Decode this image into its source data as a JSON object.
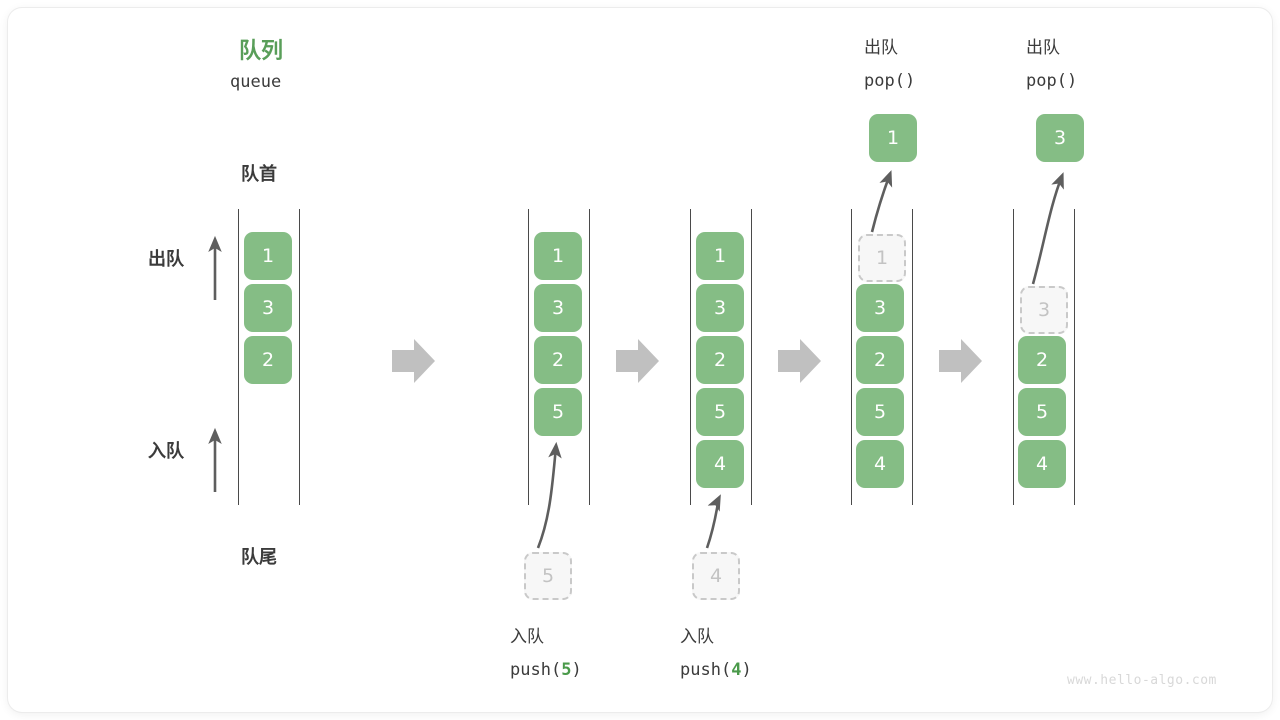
{
  "diagram": {
    "title_cn": "队列",
    "title_en": "queue",
    "front_label": "队首",
    "rear_label": "队尾",
    "dequeue_label": "出队",
    "enqueue_label": "入队",
    "watermark": "www.hello-algo.com",
    "colors": {
      "element_green": "#85bd85",
      "title_green": "#599e59",
      "code_accent_green": "#4a9a4a",
      "ghost_border": "#c9c9c9",
      "ghost_fill": "#f7f7f7",
      "rail": "#4a4a4a",
      "arrow_gray": "#5e5e5e",
      "step_arrow_gray": "#c0c0c0",
      "text": "#3b3b3b",
      "watermark_gray": "#d8d8d8"
    },
    "steps": [
      {
        "id": "initial",
        "items": [
          "1",
          "3",
          "2"
        ],
        "ghost_top": null,
        "ghost_bottom": null,
        "popped": null,
        "op_cn": null,
        "op_code": null
      },
      {
        "id": "push-5",
        "items": [
          "1",
          "3",
          "2",
          "5"
        ],
        "ghost_top": null,
        "ghost_bottom": "5",
        "popped": null,
        "op_cn": "入队",
        "op_code_prefix": "push(",
        "op_code_value": "5",
        "op_code_suffix": ")"
      },
      {
        "id": "push-4",
        "items": [
          "1",
          "3",
          "2",
          "5",
          "4"
        ],
        "ghost_top": null,
        "ghost_bottom": "4",
        "popped": null,
        "op_cn": "入队",
        "op_code_prefix": "push(",
        "op_code_value": "4",
        "op_code_suffix": ")"
      },
      {
        "id": "pop-1",
        "items": [
          "3",
          "2",
          "5",
          "4"
        ],
        "ghost_top": "1",
        "ghost_bottom": null,
        "popped": "1",
        "op_cn": "出队",
        "op_code": "pop()"
      },
      {
        "id": "pop-3",
        "items": [
          "2",
          "5",
          "4"
        ],
        "ghost_top": "3",
        "ghost_bottom": null,
        "popped": "3",
        "op_cn": "出队",
        "op_code": "pop()"
      }
    ],
    "step_arrows": 4
  }
}
